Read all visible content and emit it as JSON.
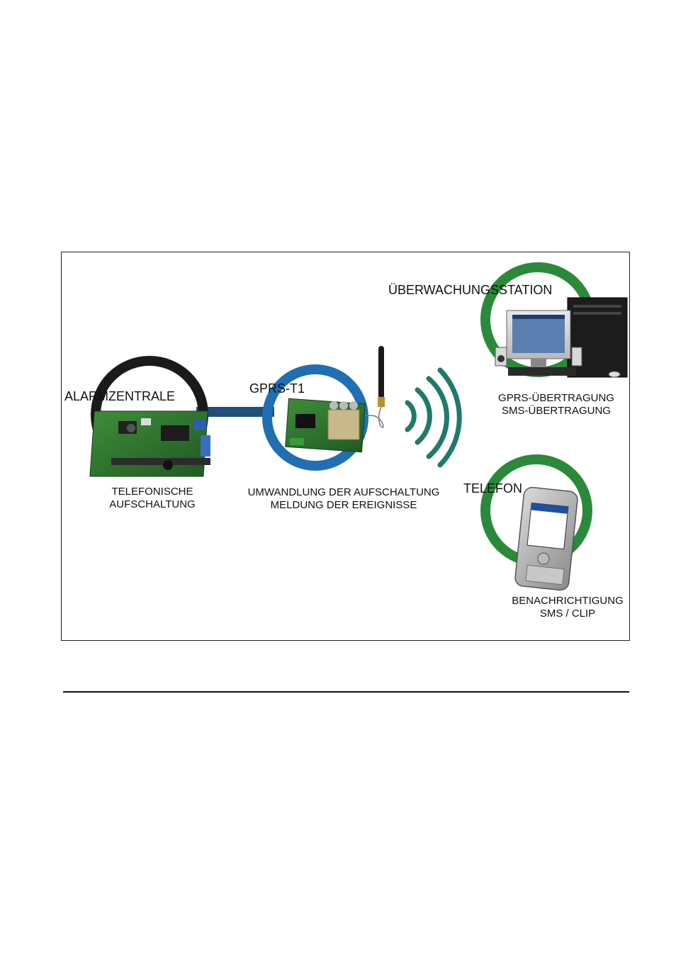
{
  "diagram": {
    "nodes": {
      "alarm_panel": {
        "title": "ALARMZENTRALE",
        "caption": [
          "TELEFONISCHE",
          "AUFSCHALTUNG"
        ]
      },
      "module": {
        "title": "GPRS-T1",
        "caption": [
          "UMWANDLUNG DER AUFSCHALTUNG",
          "MELDUNG DER EREIGNISSE"
        ]
      },
      "station": {
        "title": "ÜBERWACHUNGSSTATION",
        "caption": [
          "GPRS-ÜBERTRAGUNG",
          "SMS-ÜBERTRAGUNG"
        ]
      },
      "phone": {
        "title": "TELEFON",
        "caption": [
          "BENACHRICHTIGUNG",
          "SMS / CLIP"
        ]
      }
    },
    "colors": {
      "alarm_ring": "#1a1a1a",
      "module_ring": "#1f6fb2",
      "station_ring": "#2a8a3a",
      "phone_ring": "#2a8a3a",
      "waves": "#1f7a6a",
      "connector": "#1f4f7a"
    }
  }
}
